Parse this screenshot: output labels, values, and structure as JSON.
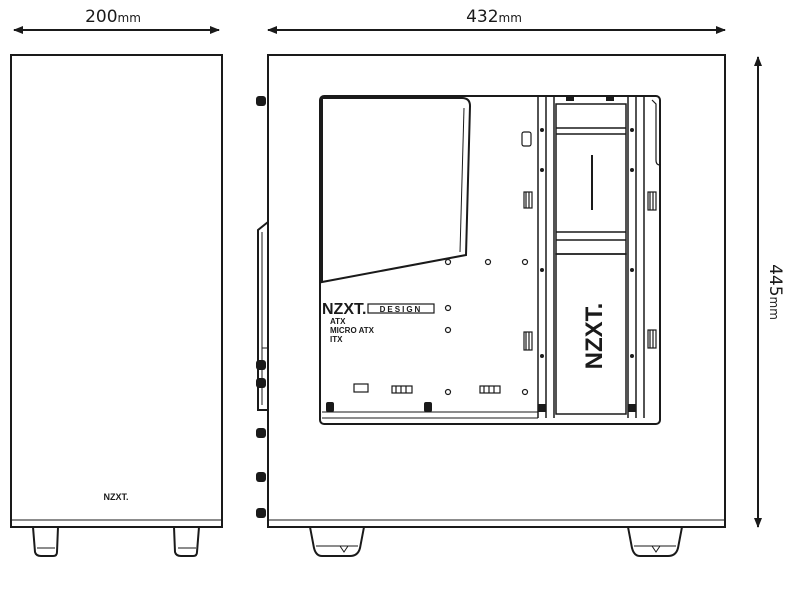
{
  "dimensions": {
    "front_width": {
      "value": "200",
      "unit": "mm"
    },
    "side_length": {
      "value": "432",
      "unit": "mm"
    },
    "height": {
      "value": "445",
      "unit": "mm"
    }
  },
  "front_panel": {
    "logo": "NZXT."
  },
  "side_panel": {
    "tray_logo": "NZXT.",
    "tray_badge": "DESIGN",
    "form_factors": [
      "ATX",
      "MICRO ATX",
      "ITX"
    ],
    "psu_shroud_logo": "NZXT."
  }
}
